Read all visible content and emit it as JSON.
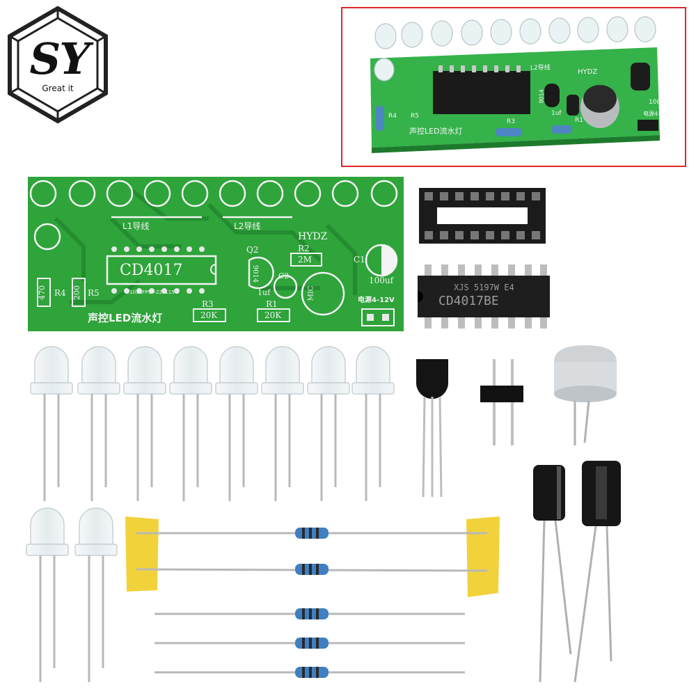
{
  "logo": {
    "letters": "SY",
    "tagline": "Great it"
  },
  "board": {
    "chip_label": "CD4017",
    "l1_label": "L1导线",
    "l2_label": "L2导线",
    "brand": "HYDZ",
    "title": "声控LED流水灯",
    "r1": "R1",
    "r1_value": "20K",
    "r2": "R2",
    "r2_value": "2M",
    "r3": "R3",
    "r3_value": "20K",
    "r4": "R4",
    "r4_value": "470",
    "r5": "R5",
    "r5_value": "200",
    "c1": "C1",
    "c1_value": "100uf",
    "c2": "C2",
    "c2_value": "1uf",
    "q2": "Q2",
    "q2_value": "9014",
    "mic": "MIC",
    "power": "电源4-12V",
    "serial": "71056FP97-221115"
  },
  "chip": {
    "line1": "XJS 5197W E4",
    "line2": "CD4017BE"
  },
  "assembled": {
    "brand": "HYDZ",
    "l2_label": "L2导线",
    "title": "声控LED流水灯",
    "r4": "R4",
    "r5": "R5",
    "r3": "R3",
    "r1": "R1",
    "c2_value": "1uf",
    "c1_value": "100uf",
    "power": "电源4-12V",
    "q_value": "9014"
  },
  "colors": {
    "pcb": "#2ea43a",
    "pcb_dark": "#248a2f",
    "frame": "#e0262b",
    "tape": "#f2d23a"
  }
}
